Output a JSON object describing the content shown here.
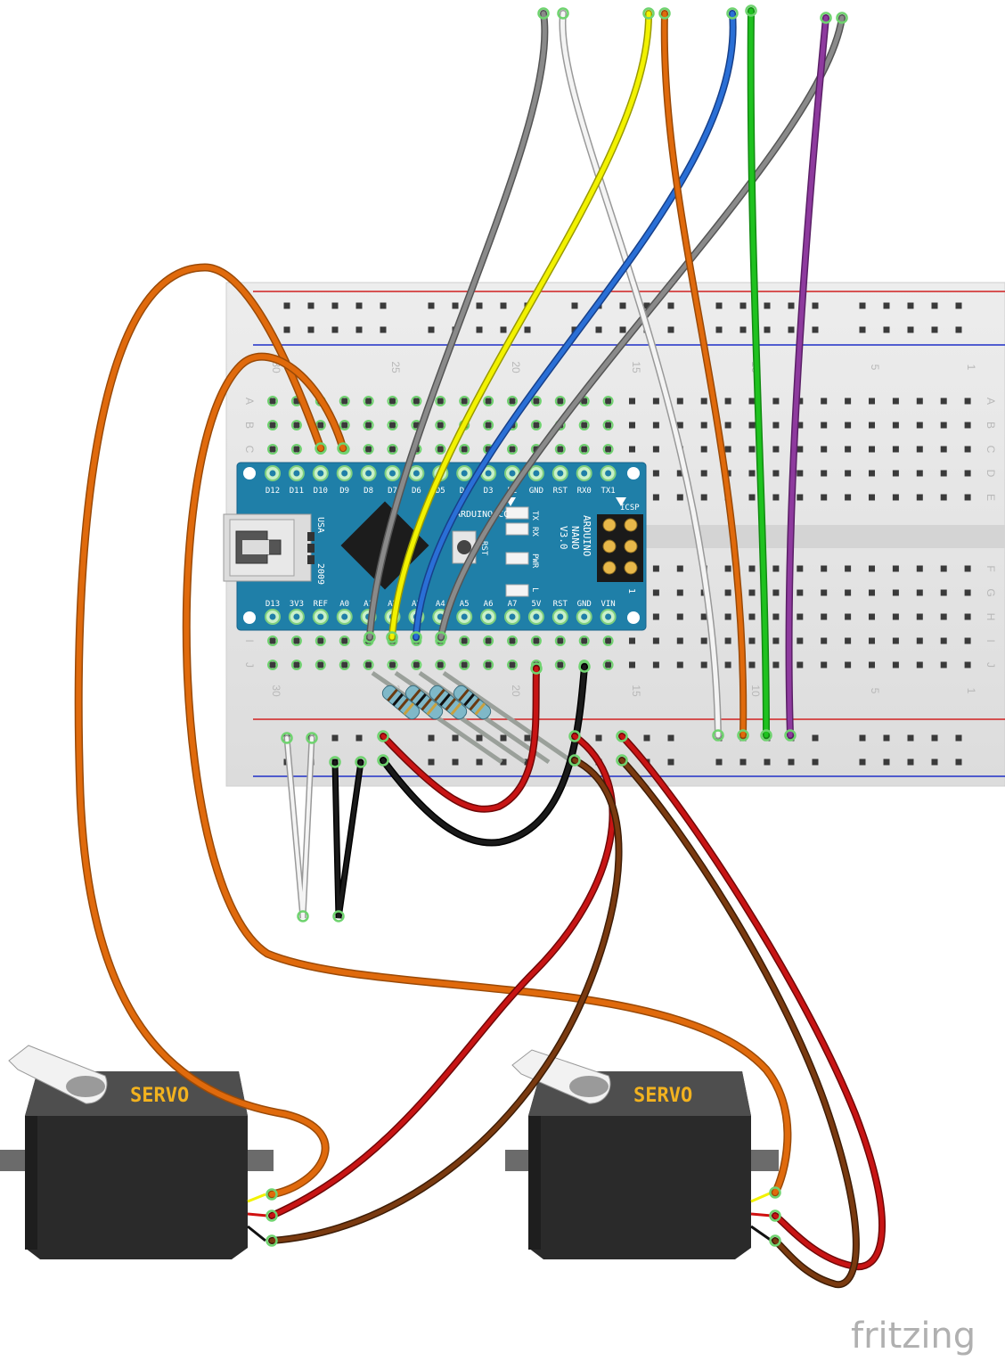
{
  "colors": {
    "breadboard": "#e3e3e3",
    "breadboard_edge": "#cfcfcf",
    "rail_red": "#d02020",
    "rail_blue": "#2030c8",
    "hole": "#3a3a3a",
    "hole_active": "#6fd36f",
    "arduino_board": "#1f7fa8",
    "servo_body": "#2a2a2a",
    "servo_top": "#555555",
    "servo_label": "#f2b21f",
    "wire_orange": "#e06a0c",
    "wire_gray": "#8a8a8a",
    "wire_white": "#f4f4f4",
    "wire_yellow": "#f2f200",
    "wire_blue": "#2a6fd6",
    "wire_green": "#1fc21f",
    "wire_purple": "#8e3a9e",
    "wire_red": "#c81414",
    "wire_brown": "#7a3a10",
    "wire_black": "#1a1a1a"
  },
  "breadboard": {
    "col_numbers_top": [
      "30",
      "25",
      "20",
      "15",
      "10",
      "5",
      "1"
    ],
    "col_numbers_bottom": [
      "30",
      "25",
      "20",
      "15",
      "10",
      "5",
      "1"
    ],
    "row_letters_top": [
      "A",
      "B",
      "C",
      "D",
      "E"
    ],
    "row_letters_bottom": [
      "F",
      "G",
      "H",
      "I",
      "J"
    ]
  },
  "arduino": {
    "top_pins": [
      "D12",
      "D11",
      "D10",
      "D9",
      "D8",
      "D7",
      "D6",
      "D5",
      "D4",
      "D3",
      "D2",
      "GND",
      "RST",
      "RX0",
      "TX1"
    ],
    "bottom_pins": [
      "D13",
      "3V3",
      "REF",
      "A0",
      "A1",
      "A2",
      "A3",
      "A4",
      "A5",
      "A6",
      "A7",
      "5V",
      "RST",
      "GND",
      "VIN"
    ],
    "usa": "USA",
    "year": "2009",
    "site": "ARDUINO.CC",
    "name": "ARDUINO",
    "model": "NANO",
    "version": "V3.0",
    "icsp": "ICSP",
    "led_tx": "TX",
    "led_rx": "RX",
    "led_pwr": "PWR",
    "led_l": "L",
    "rst": "RST",
    "icsp_pin1": "1"
  },
  "servos": [
    {
      "label": "SERVO"
    },
    {
      "label": "SERVO"
    }
  ],
  "watermark": "fritzing"
}
